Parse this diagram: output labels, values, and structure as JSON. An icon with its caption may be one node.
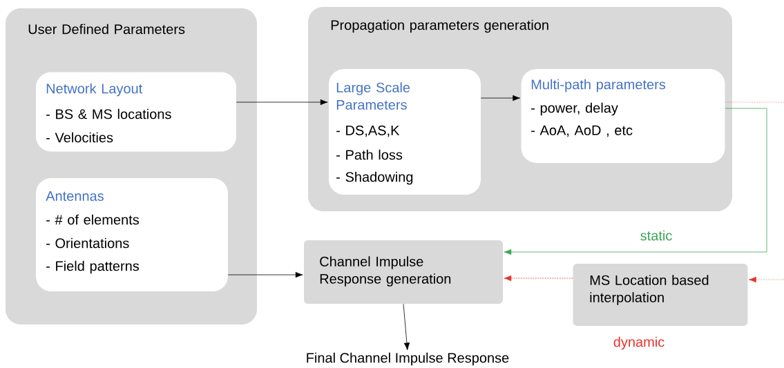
{
  "diagram": {
    "nodes": [
      {
        "text": [
          "User Defined Parameters"
        ]
      },
      {
        "text": [
          "Network Layout",
          "- BS & MS locations",
          "- Velocities"
        ],
        "in": 0
      },
      {
        "text": [
          "Antennas",
          "- # of elements",
          "- Orientations",
          "- Field patterns"
        ],
        "in": 0
      },
      {
        "text": [
          "Propagation parameters generation"
        ]
      },
      {
        "text": [
          "Large Scale Parameters",
          "- DS,AS,K",
          "- Path loss",
          "- Shadowing"
        ],
        "in": 3
      },
      {
        "text": [
          "Multi-path parameters",
          "- power, delay",
          "- AoA, AoD , etc"
        ],
        "in": 3
      },
      {
        "text": [
          "Channel Impulse Response generation"
        ]
      },
      {
        "text": [
          "MS Location based interpolation"
        ],
        "beside": [
          "dynamic"
        ]
      },
      {
        "text": [
          "Final Channel Impulse Response"
        ]
      }
    ],
    "edges": [
      {
        "from": 1,
        "to": 4,
        "arrow": "to"
      },
      {
        "from": 4,
        "to": 5,
        "arrow": "to"
      },
      {
        "from": 2,
        "to": 6,
        "arrow": "to"
      },
      {
        "from": 5,
        "to": 6,
        "arrow": "to",
        "label": "static",
        "color": "#3aa655"
      },
      {
        "from": 5,
        "to": null,
        "arrow": "none",
        "style": "dashed",
        "color": "#e8322b"
      },
      {
        "from": null,
        "to": 7,
        "arrow": "to",
        "style": "dashed",
        "color": "#e8322b"
      },
      {
        "from": 7,
        "to": 6,
        "arrow": "to",
        "style": "dashed",
        "color": "#e8322b"
      },
      {
        "from": 6,
        "to": 8,
        "arrow": "to"
      }
    ]
  }
}
